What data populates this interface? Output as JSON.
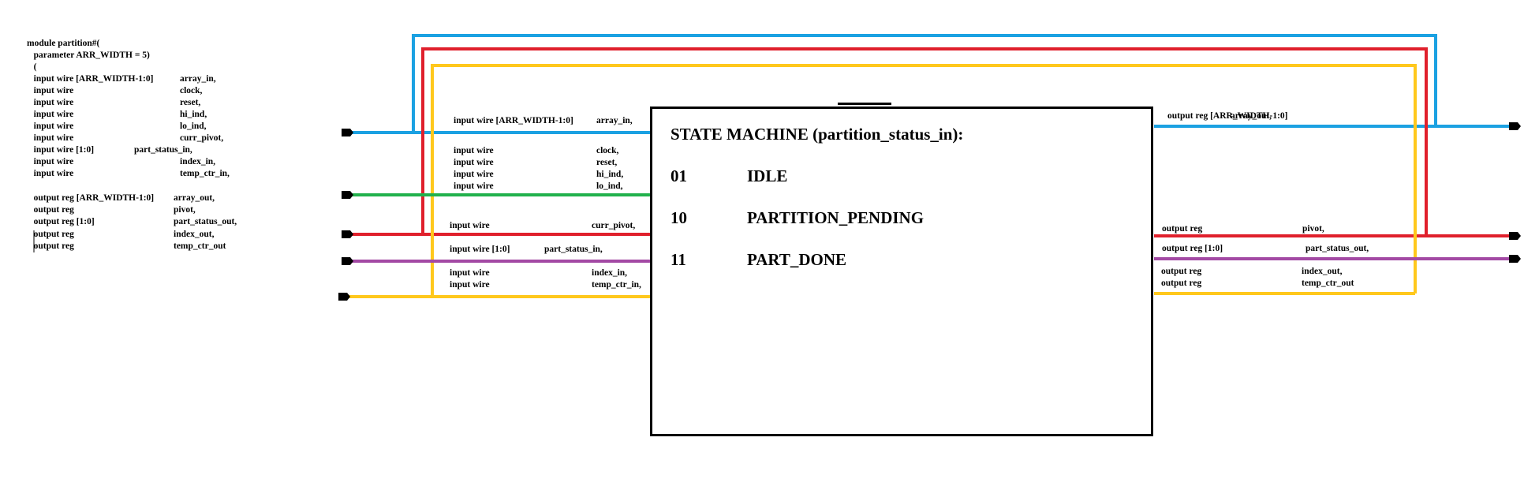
{
  "module_code": [
    [
      "module partition#(",
      ""
    ],
    [
      "   parameter ARR_WIDTH = 5)",
      ""
    ],
    [
      "   (",
      ""
    ],
    [
      "   input wire [ARR_WIDTH-1:0]",
      "array_in,"
    ],
    [
      "   input wire",
      "clock,"
    ],
    [
      "   input wire",
      "reset,"
    ],
    [
      "   input wire",
      "hi_ind,"
    ],
    [
      "   input wire",
      "lo_ind,"
    ],
    [
      "   input wire",
      "curr_pivot,"
    ],
    [
      "   input wire [1:0]",
      "part_status_in,"
    ],
    [
      "   input wire",
      "index_in,"
    ],
    [
      "   input wire",
      "temp_ctr_in,"
    ],
    [
      "",
      ""
    ],
    [
      "   output reg [ARR_WIDTH-1:0]",
      "array_out,"
    ],
    [
      "   output reg",
      "pivot,"
    ],
    [
      "   output reg [1:0]",
      "part_status_out,"
    ],
    [
      "   output reg",
      "index_out,"
    ],
    [
      "   output reg",
      "temp_ctr_out"
    ]
  ],
  "left_ports": [
    [
      "input wire [ARR_WIDTH-1:0]",
      "array_in,"
    ],
    [
      "input wire",
      "clock,"
    ],
    [
      "input wire",
      "reset,"
    ],
    [
      "input wire",
      "hi_ind,"
    ],
    [
      "input wire",
      "lo_ind,"
    ],
    [
      "input wire",
      "curr_pivot,"
    ],
    [
      "input wire [1:0]",
      "part_status_in,"
    ],
    [
      "input wire",
      "index_in,"
    ],
    [
      "input wire",
      "temp_ctr_in,"
    ]
  ],
  "right_ports": [
    [
      "output reg [ARR_WIDTH-1:0]",
      "array_out,"
    ],
    [
      "output reg",
      "pivot,"
    ],
    [
      "output reg [1:0]",
      "part_status_out,"
    ],
    [
      "output reg",
      "index_out,"
    ],
    [
      "output reg",
      "temp_ctr_out"
    ]
  ],
  "state_machine": {
    "title": "STATE MACHINE (partition_status_in):",
    "states": [
      {
        "code": "01",
        "name": "IDLE"
      },
      {
        "code": "10",
        "name": "PARTITION_PENDING"
      },
      {
        "code": "11",
        "name": "PART_DONE"
      }
    ]
  },
  "colors": {
    "blue": "#1ba1e2",
    "red": "#e0202c",
    "yellow": "#ffc81c",
    "green": "#22b14c",
    "purple": "#a349a4",
    "black": "#000000"
  }
}
